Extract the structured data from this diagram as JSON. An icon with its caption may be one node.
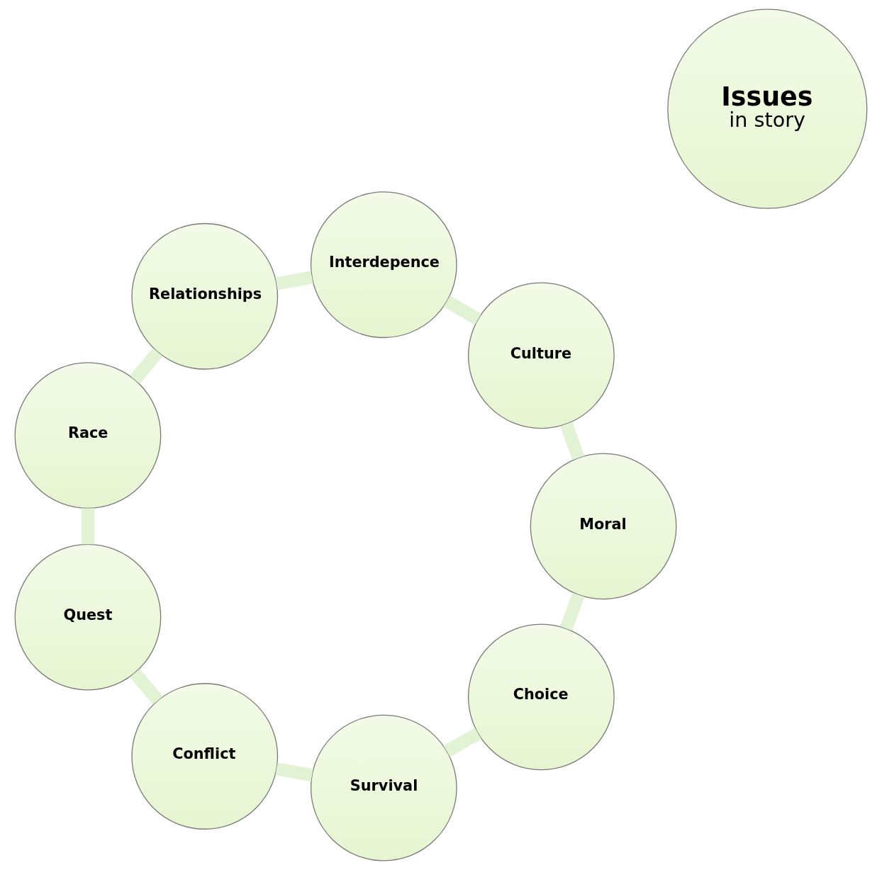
{
  "diagram": {
    "nodes": [
      {
        "text": [
          "Issues",
          "in story"
        ]
      },
      {
        "text": [
          "Choice"
        ]
      },
      {
        "text": [
          "Survival"
        ]
      },
      {
        "text": [
          "Conflict"
        ]
      },
      {
        "text": [
          "Quest"
        ]
      },
      {
        "text": [
          "Race"
        ]
      },
      {
        "text": [
          "Relationships"
        ]
      },
      {
        "text": [
          "Interdepence"
        ]
      },
      {
        "text": [
          "Culture"
        ]
      },
      {
        "text": [
          "Moral"
        ]
      }
    ],
    "edges": [
      {
        "from": 1,
        "to": 2,
        "arrow": "none"
      },
      {
        "from": 2,
        "to": 3,
        "arrow": "none"
      },
      {
        "from": 3,
        "to": 4,
        "arrow": "none"
      },
      {
        "from": 4,
        "to": 5,
        "arrow": "none"
      },
      {
        "from": 5,
        "to": 6,
        "arrow": "none"
      },
      {
        "from": 6,
        "to": 7,
        "arrow": "none"
      },
      {
        "from": 7,
        "to": 8,
        "arrow": "none"
      },
      {
        "from": 8,
        "to": 9,
        "arrow": "none"
      },
      {
        "from": 9,
        "to": 1,
        "arrow": "none"
      }
    ]
  }
}
